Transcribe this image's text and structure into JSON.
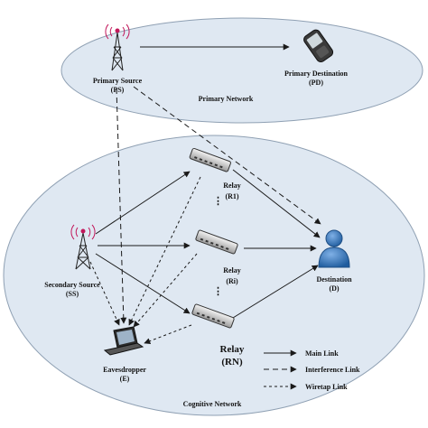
{
  "primary_network": {
    "title": "Primary Network",
    "source_label": "Primary Source",
    "source_abbr": "(PS)",
    "destination_label": "Primary Destination",
    "destination_abbr": "(PD)"
  },
  "cognitive_network": {
    "title": "Cognitive Network",
    "secondary_source_label": "Secondary Source",
    "secondary_source_abbr": "(SS)",
    "destination_label": "Destination",
    "destination_abbr": "(D)",
    "eavesdropper_label": "Eavesdropper",
    "eavesdropper_abbr": "(E)",
    "relays": [
      {
        "label": "Relay",
        "abbr": "(R1)"
      },
      {
        "label": "Relay",
        "abbr": "(Ri)"
      },
      {
        "label": "Relay",
        "abbr": "(RN)"
      }
    ],
    "ellipsis": "⋮"
  },
  "legend": {
    "main_link": "Main Link",
    "interference_link": "Interference Link",
    "wiretap_link": "Wiretap Link"
  },
  "colors": {
    "ellipse_fill": "#dfe8f2",
    "ellipse_stroke": "#8fa0b3",
    "destination_blue": "#2f6fb5"
  }
}
